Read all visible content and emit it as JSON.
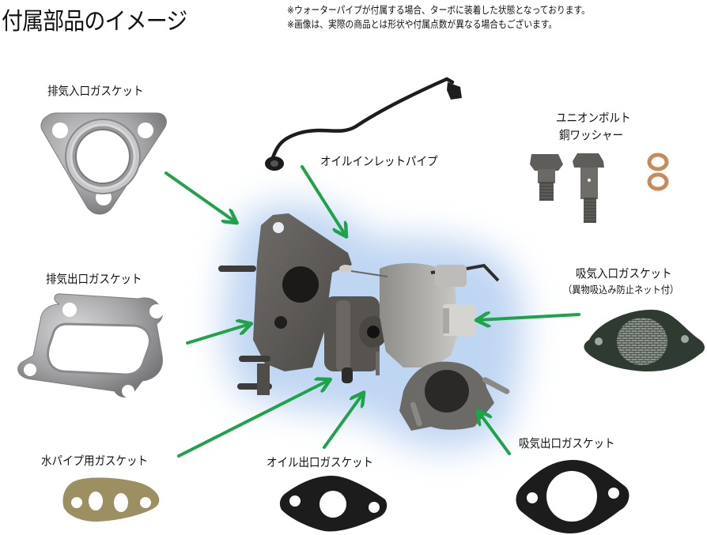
{
  "header": {
    "title": "付属部品のイメージ",
    "notes": [
      "※ウォーターパイプが付属する場合、ターボに装着した状態となっております。",
      "※画像は、実際の商品とは形状や付属点数が異なる場合もございます。"
    ]
  },
  "parts": [
    {
      "id": "exhaust-inlet-gasket",
      "label": "排気入口ガスケット"
    },
    {
      "id": "oil-inlet-pipe",
      "label": "オイルインレットパイプ"
    },
    {
      "id": "union-bolt-copper-washer",
      "label": "ユニオンボルト",
      "label2": "銅ワッシャー"
    },
    {
      "id": "exhaust-outlet-gasket",
      "label": "排気出口ガスケット"
    },
    {
      "id": "intake-inlet-gasket",
      "label": "吸気入口ガスケット",
      "sublabel": "（異物吸込み防止ネット付）"
    },
    {
      "id": "water-pipe-gasket",
      "label": "水パイプ用ガスケット"
    },
    {
      "id": "oil-outlet-gasket",
      "label": "オイル出口ガスケット"
    },
    {
      "id": "intake-outlet-gasket",
      "label": "吸気出口ガスケット"
    }
  ],
  "colors": {
    "arrow": "#1ea24a",
    "glow": "#b9d3f2",
    "metal": "#a9a9ab",
    "dark_metal": "#5d5b58",
    "copper": "#c98a5a",
    "tan_gasket": "#9c8f62",
    "black_gasket": "#1c1c1c",
    "mesh_gasket": "#2e3a2f"
  }
}
